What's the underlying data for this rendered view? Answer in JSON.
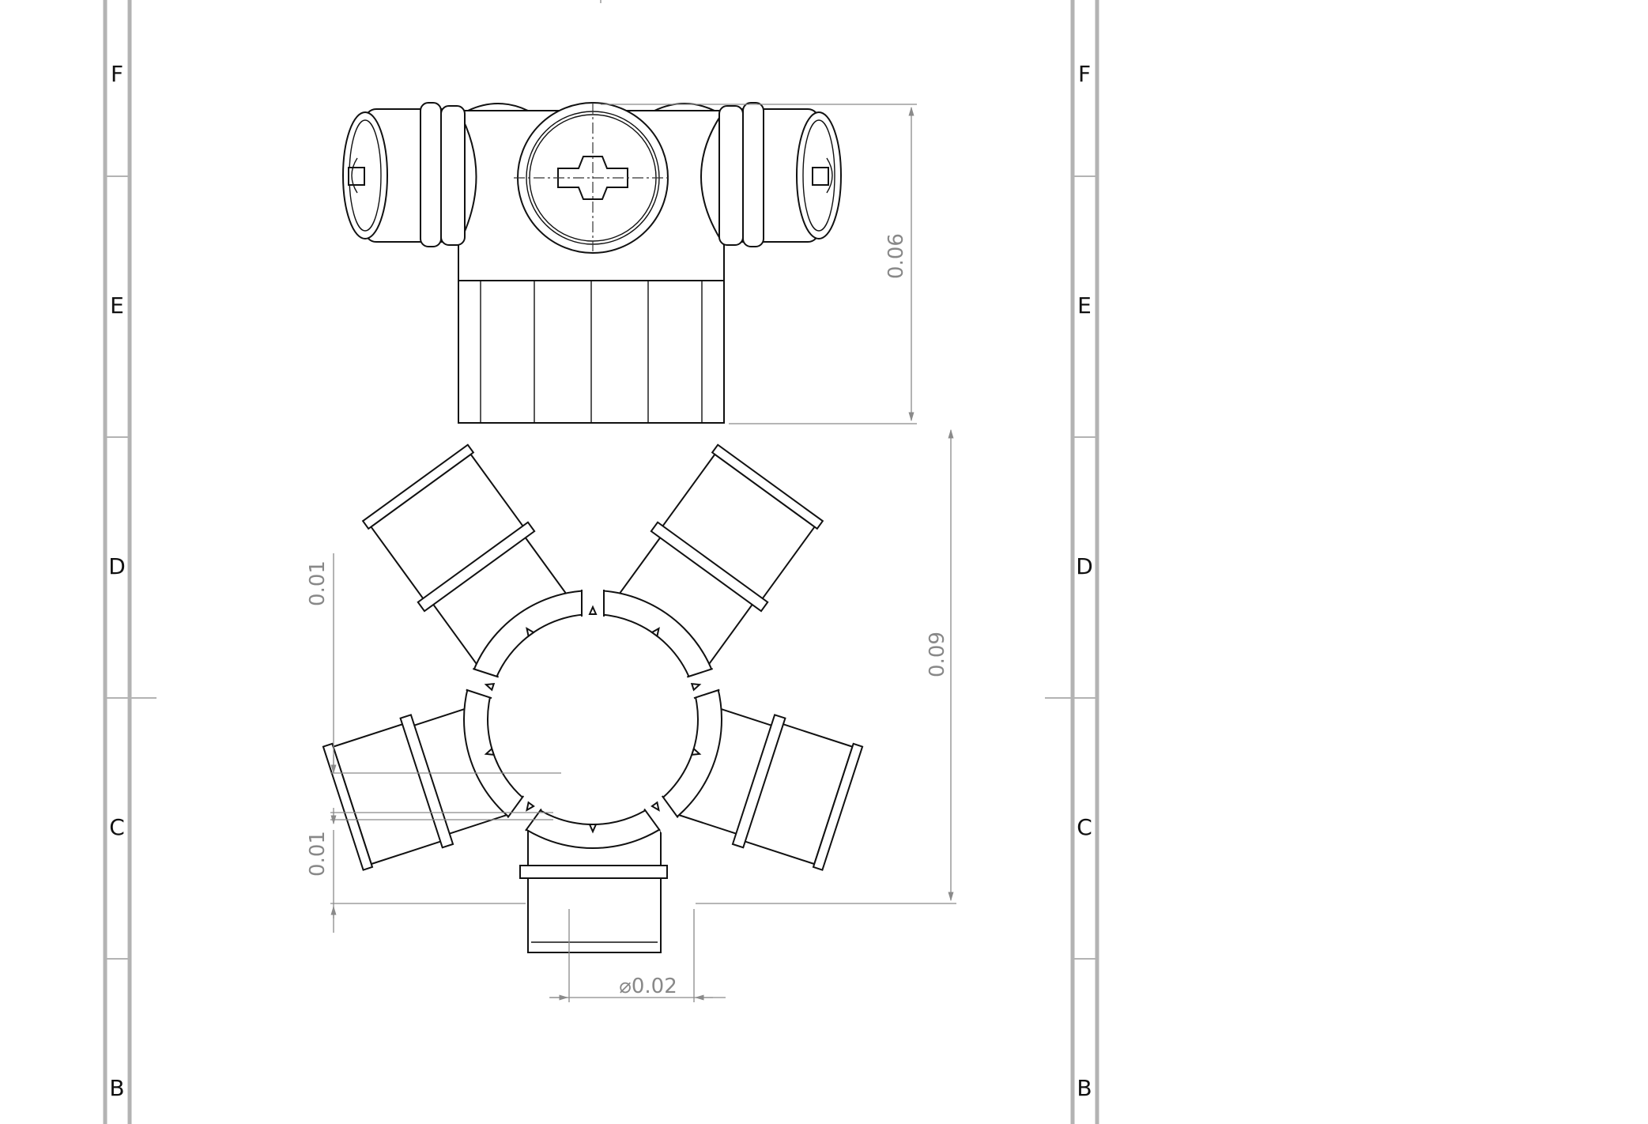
{
  "drawing": {
    "zones_left": [
      "F",
      "E",
      "D",
      "C",
      "B"
    ],
    "zones_right": [
      "F",
      "E",
      "D",
      "C",
      "B"
    ],
    "dimensions": {
      "top_view_height": "0.06",
      "bottom_view_height": "0.09",
      "upper_small": "0.01",
      "lower_small": "0.01",
      "diameter": "0.02"
    },
    "diameter_symbol": "⌀"
  },
  "colors": {
    "frame": "#b3b3b3",
    "object_line": "#111111",
    "dimension_line": "#8a8a8a"
  }
}
